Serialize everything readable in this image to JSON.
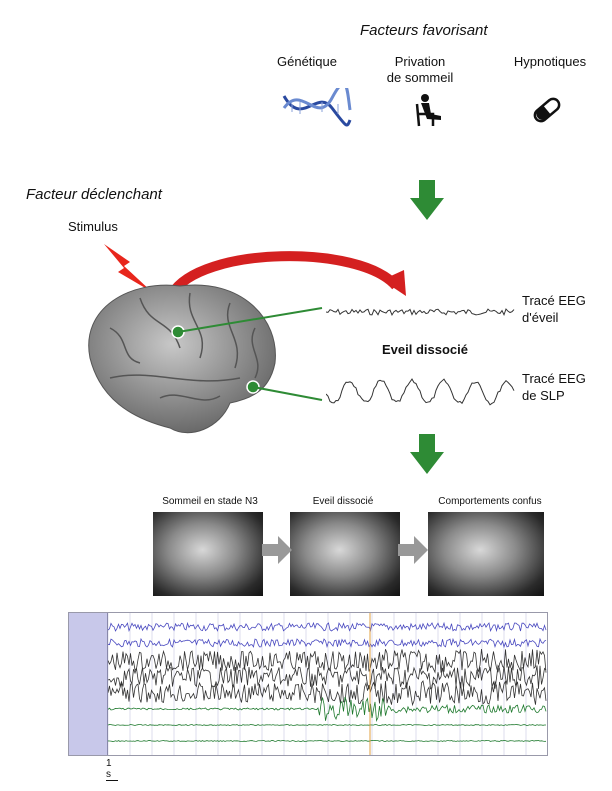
{
  "favoring": {
    "title": "Facteurs favorisant",
    "items": [
      {
        "label": "Génétique",
        "icon": "dna-icon"
      },
      {
        "label": "Privation de sommeil",
        "line1": "Privation",
        "line2": "de sommeil",
        "icon": "sleeping-person-icon"
      },
      {
        "label": "Hypnotiques",
        "icon": "pill-icon"
      }
    ]
  },
  "trigger": {
    "title": "Facteur déclenchant",
    "stimulus": "Stimulus"
  },
  "eeg": {
    "wake_line1": "Tracé EEG",
    "wake_line2": "d'éveil",
    "slp_line1": "Tracé EEG",
    "slp_line2": "de SLP",
    "center": "Eveil dissocié"
  },
  "sequence": [
    "Sommeil  en stade N3",
    "Eveil dissocié",
    "Comportements  confus"
  ],
  "polysomnography": {
    "scale": "1 s"
  },
  "colors": {
    "arrow_green": "#2e8b35",
    "lightning_red": "#e8261c",
    "curve_red": "#d42020",
    "eeg_blue": "#4a4ac0",
    "emg_green": "#1f7a2e",
    "panel": "#c8c8ea"
  }
}
